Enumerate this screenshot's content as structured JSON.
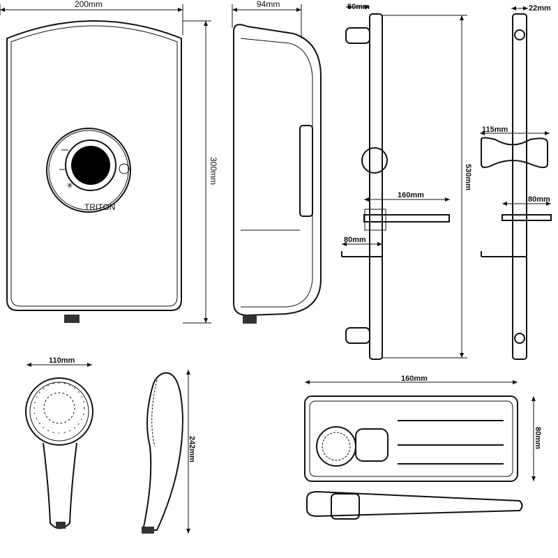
{
  "dimensions": {
    "unit_width": "200mm",
    "unit_depth": "94mm",
    "unit_height": "300mm",
    "rail_offset": "50mm",
    "rail_width": "22mm",
    "rail_length": "530mm",
    "slider_width": "115mm",
    "soap_dish_rail_width": "160mm",
    "holder_rail_width": "80mm",
    "holder_rail_width_side": "80mm",
    "handset_head": "110mm",
    "handset_length": "242mm",
    "soap_dish_width": "160mm",
    "soap_dish_depth": "80mm"
  },
  "logo_text": "TRITON"
}
